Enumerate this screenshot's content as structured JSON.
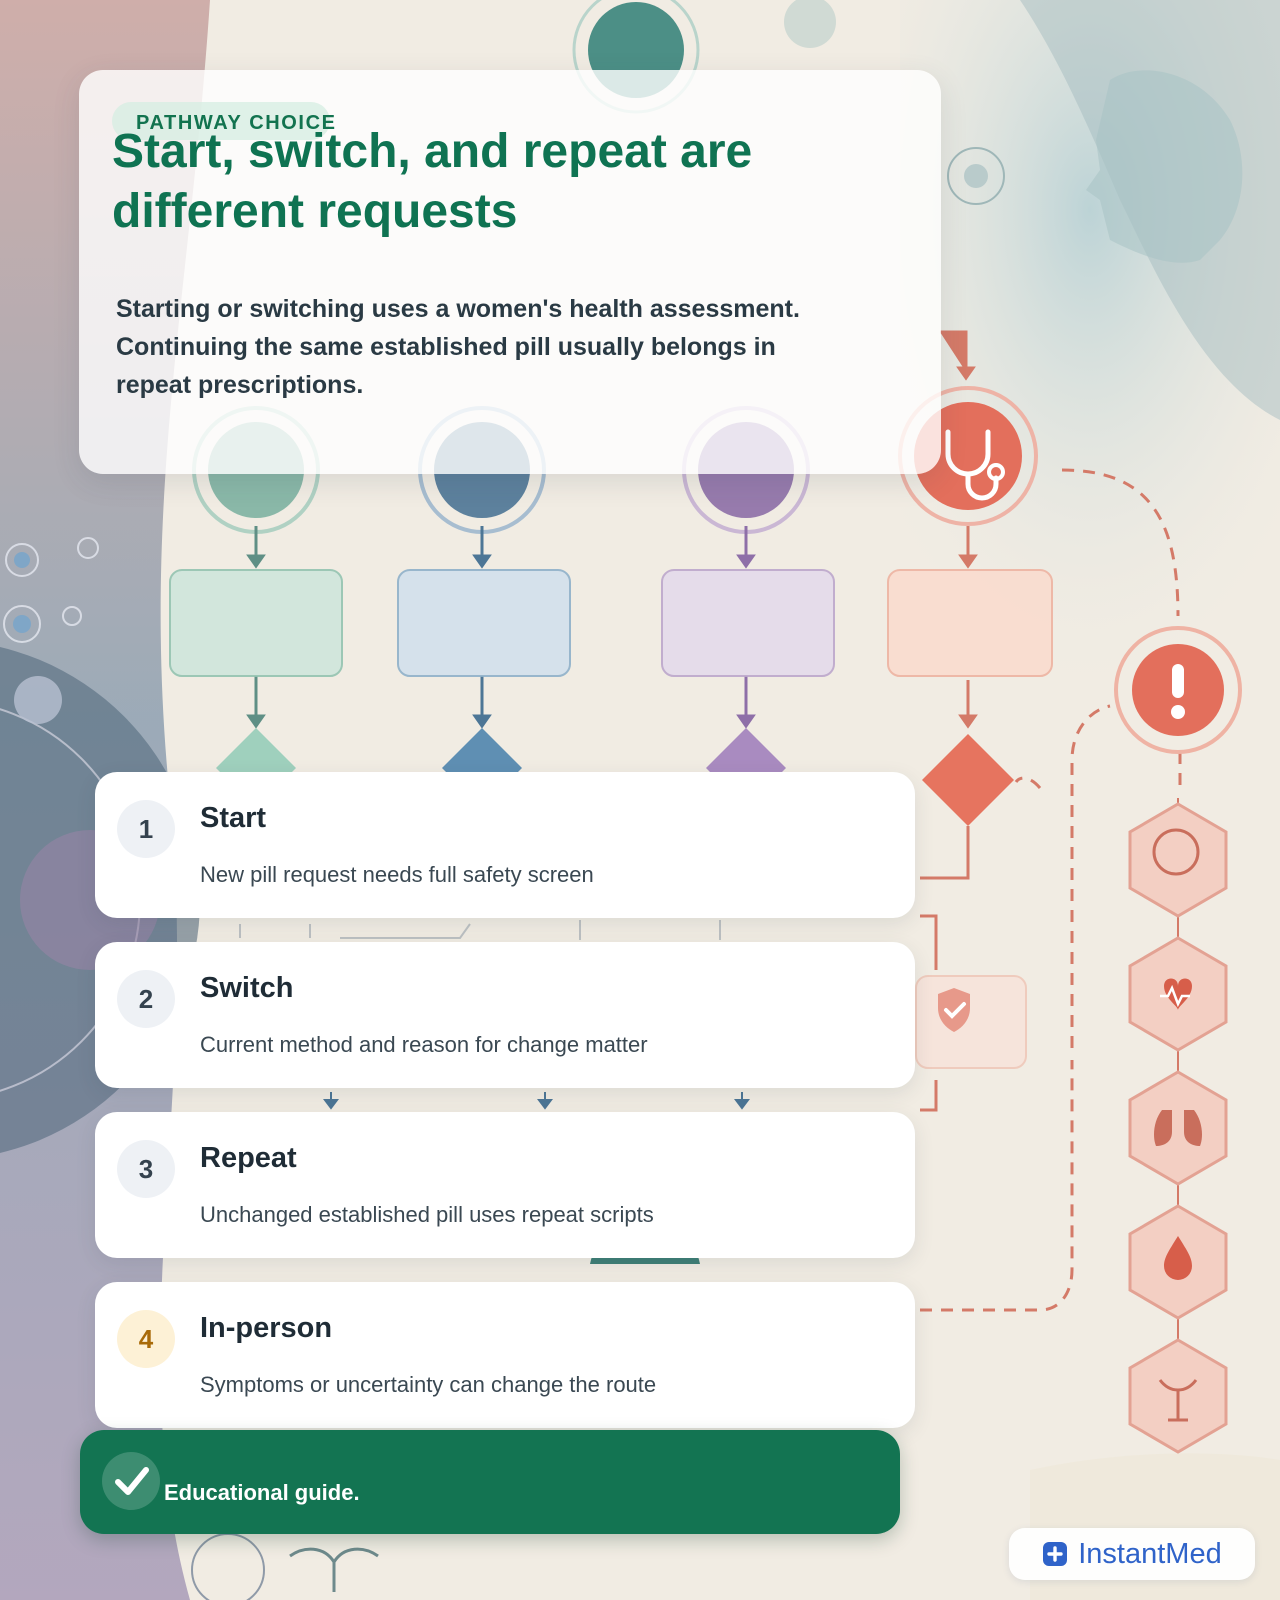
{
  "header": {
    "eyebrow": "PATHWAY CHOICE",
    "headline": "Start, switch, and repeat are different requests",
    "lede": "Starting or switching uses a women's health assessment. Continuing the same established pill usually belongs in repeat prescriptions."
  },
  "steps": [
    {
      "number": "1",
      "title": "Start",
      "description": "New pill request needs full safety screen"
    },
    {
      "number": "2",
      "title": "Switch",
      "description": "Current method and reason for change matter"
    },
    {
      "number": "3",
      "title": "Repeat",
      "description": "Unchanged established pill uses repeat scripts"
    },
    {
      "number": "4",
      "title": "In-person",
      "description": "Symptoms or uncertainty can change the route"
    }
  ],
  "banner": {
    "text": "Educational guide."
  },
  "brand": {
    "name": "InstantMed",
    "icon": "plus-square-icon"
  },
  "colors": {
    "brand_green": "#137452",
    "headline_green": "#0f7352",
    "coral": "#e36f5c",
    "brand_blue": "#2f63c9"
  },
  "icons": [
    "stethoscope-icon",
    "alert-icon",
    "brain-icon",
    "heart-icon",
    "lungs-icon",
    "blood-drop-icon",
    "uterus-icon",
    "shield-check-icon"
  ]
}
